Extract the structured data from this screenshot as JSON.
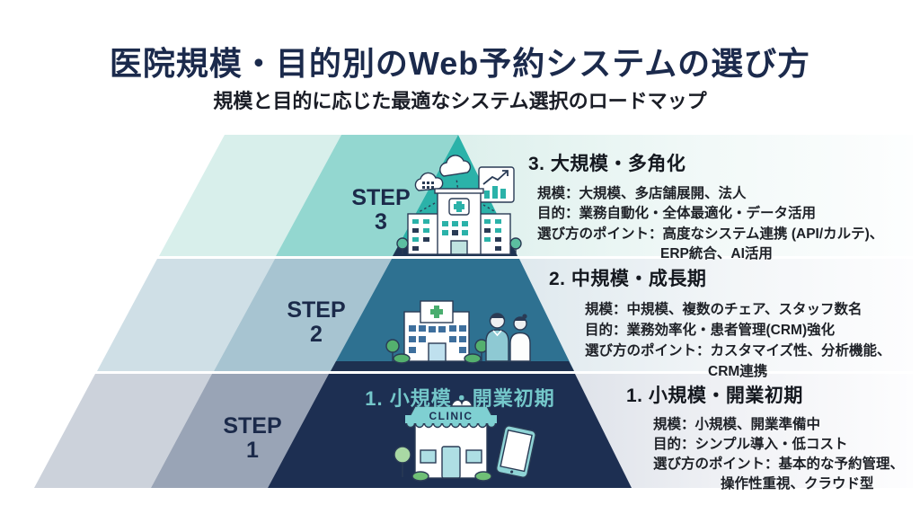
{
  "header": {
    "title": "医院規模・目的別のWeb予約システムの選び方",
    "subtitle": "規模と目的に応じた最適なシステム選択のロードマップ"
  },
  "pyramid": {
    "steps": [
      {
        "label": "STEP",
        "number": "1"
      },
      {
        "label": "STEP",
        "number": "2"
      },
      {
        "label": "STEP",
        "number": "3"
      }
    ],
    "level1_inner_title": "1. 小規模・開業初期",
    "clinic_sign": "CLINIC"
  },
  "details": [
    {
      "heading": "3. 大規模・多角化",
      "lines": [
        "規模：大規模、多店舗展開、法人",
        "目的：業務自動化・全体最適化・データ活用",
        "選び方のポイント：高度なシステム連携 (API/カルテ)、",
        "ERP統合、AI活用"
      ]
    },
    {
      "heading": "2. 中規模・成長期",
      "lines": [
        "規模：中規模、複数のチェア、スタッフ数名",
        "目的：業務効率化・患者管理(CRM)強化",
        "選び方のポイント：カスタマイズ性、分析機能、",
        "CRM連携"
      ]
    },
    {
      "heading": "1. 小規模・開業初期",
      "lines": [
        "規模：小規模、開業準備中",
        "目的：シンプル導入・低コスト",
        "選び方のポイント：基本的な予約管理、",
        "操作性重視、クラウド型"
      ]
    }
  ],
  "colors": {
    "title_navy": "#1b2a4c",
    "level3_main": "#2bb2a9",
    "level3_medium": "#93d7d0",
    "level3_light": "#d8efeb",
    "level2_main": "#2e7191",
    "level2_medium": "#a7c4d1",
    "level2_light": "#cfdfe6",
    "level1_main": "#1d2f52",
    "level1_medium": "#99a4b6",
    "level1_light": "#ccd2db",
    "inner_title_teal": "#74c7ca"
  }
}
